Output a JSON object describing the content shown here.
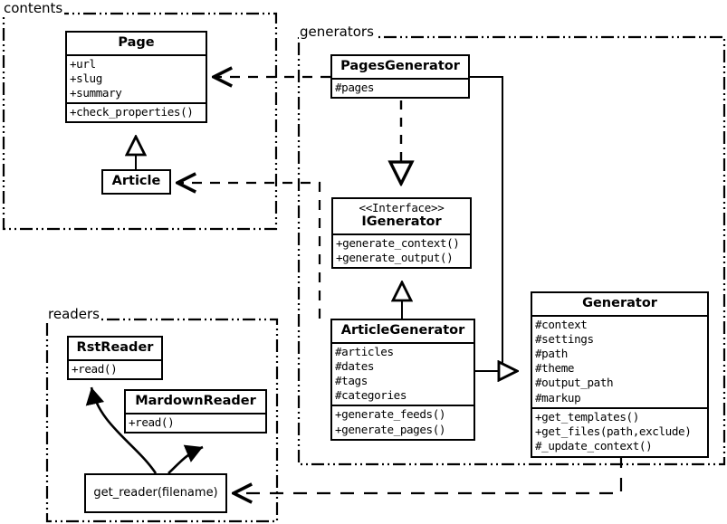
{
  "diagram": {
    "title": "UML class diagram",
    "line_color": "#000000",
    "background": "#ffffff"
  },
  "packages": [
    {
      "id": "contents",
      "label": "contents"
    },
    {
      "id": "generators",
      "label": "generators"
    },
    {
      "id": "readers",
      "label": "readers"
    }
  ],
  "classes": {
    "page": {
      "name": "Page",
      "attributes": [
        "+url",
        "+slug",
        "+summary"
      ],
      "methods": [
        "+check_properties()"
      ]
    },
    "article": {
      "name": "Article",
      "attributes": [],
      "methods": []
    },
    "pages_generator": {
      "name": "PagesGenerator",
      "attributes": [
        "#pages"
      ],
      "methods": []
    },
    "igenerator": {
      "stereotype": "<<Interface>>",
      "name": "IGenerator",
      "attributes": [],
      "methods": [
        "+generate_context()",
        "+generate_output()"
      ]
    },
    "article_generator": {
      "name": "ArticleGenerator",
      "attributes": [
        "#articles",
        "#dates",
        "#tags",
        "#categories"
      ],
      "methods": [
        "+generate_feeds()",
        "+generate_pages()"
      ]
    },
    "generator": {
      "name": "Generator",
      "attributes": [
        "#context",
        "#settings",
        "#path",
        "#theme",
        "#output_path",
        "#markup"
      ],
      "methods": [
        "+get_templates()",
        "+get_files(path,exclude)",
        "#_update_context()"
      ]
    },
    "rst_reader": {
      "name": "RstReader",
      "attributes": [],
      "methods": [
        "+read()"
      ]
    },
    "mardown_reader": {
      "name": "MardownReader",
      "attributes": [],
      "methods": [
        "+read()"
      ]
    },
    "get_reader": {
      "name": "get_reader(filename)"
    }
  },
  "relations": [
    {
      "from": "article",
      "to": "page",
      "type": "generalization"
    },
    {
      "from": "pages_generator",
      "to": "igenerator",
      "type": "realization"
    },
    {
      "from": "article_generator",
      "to": "igenerator",
      "type": "generalization"
    },
    {
      "from": "pages_generator",
      "to": "generator",
      "type": "generalization"
    },
    {
      "from": "article_generator",
      "to": "generator",
      "type": "generalization"
    },
    {
      "from": "pages_generator",
      "to": "page",
      "type": "dependency"
    },
    {
      "from": "article_generator",
      "to": "article",
      "type": "dependency"
    },
    {
      "from": "generator",
      "to": "get_reader",
      "type": "dependency"
    },
    {
      "from": "get_reader",
      "to": "rst_reader",
      "type": "association"
    },
    {
      "from": "get_reader",
      "to": "mardown_reader",
      "type": "association"
    }
  ]
}
